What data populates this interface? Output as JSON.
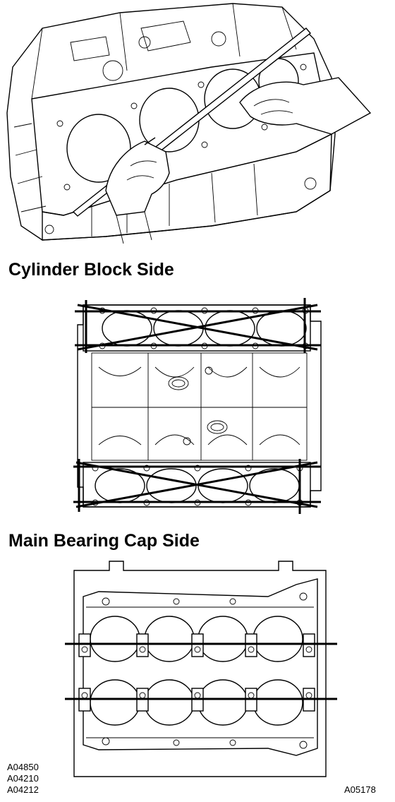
{
  "headings": {
    "cylinder_block_side": "Cylinder Block Side",
    "main_bearing_cap_side": "Main Bearing Cap Side"
  },
  "codes": {
    "left": [
      "A04850",
      "A04210",
      "A04212"
    ],
    "right": "A05178"
  }
}
